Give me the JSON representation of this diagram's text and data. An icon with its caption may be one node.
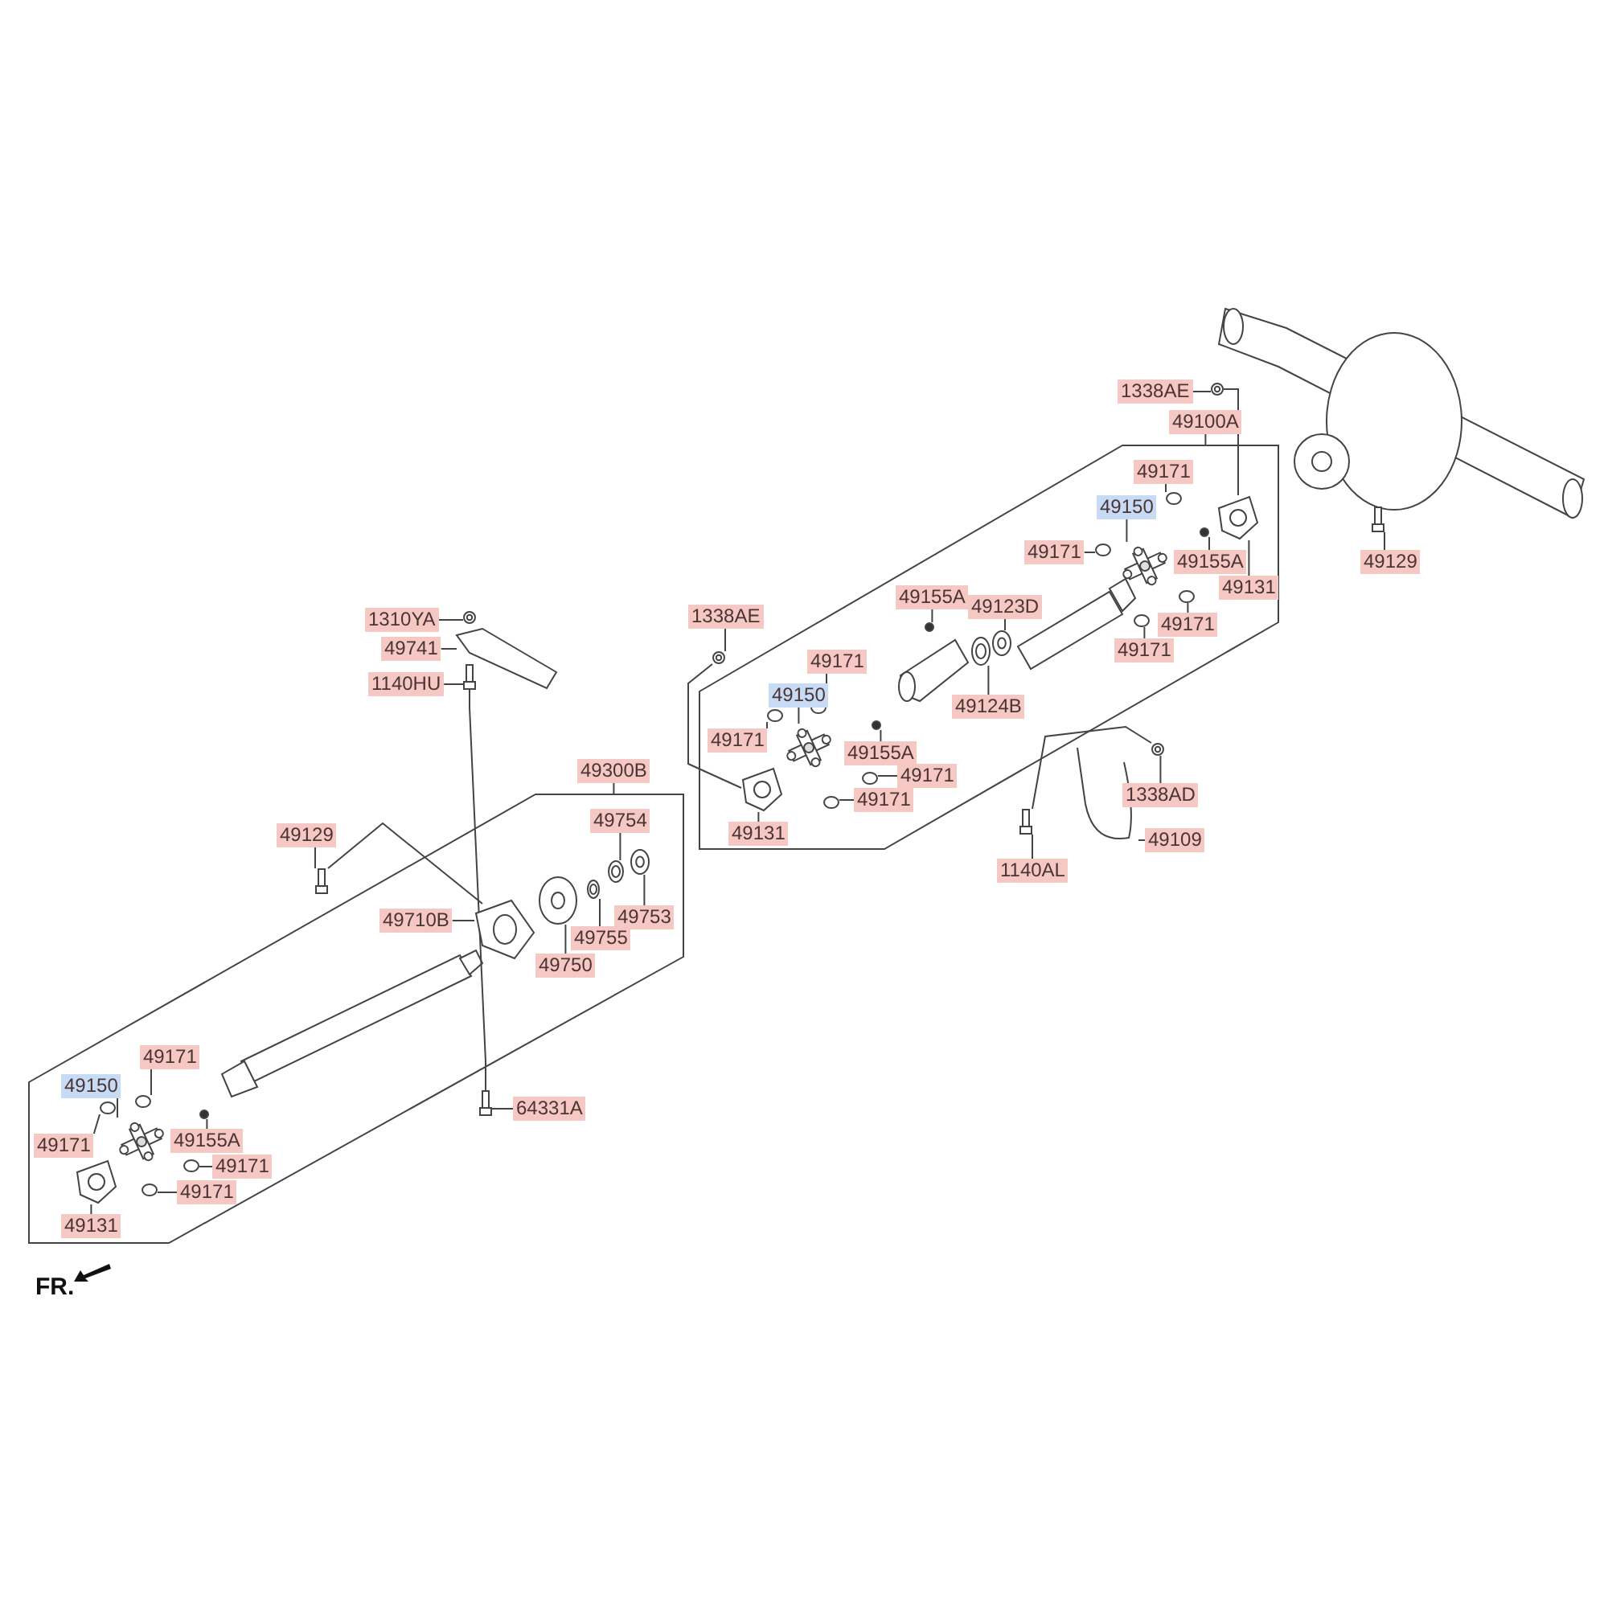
{
  "diagram": {
    "nodes": [
      {
        "text": [
          "1338AE"
        ]
      },
      {
        "text": [
          "49100A"
        ]
      },
      {
        "text": [],
        "shape": "box"
      },
      {
        "text": [
          "49171"
        ],
        "in": 2
      },
      {
        "text": [
          "49150"
        ],
        "in": 2
      },
      {
        "text": [
          "49171"
        ],
        "in": 2
      },
      {
        "text": [
          "49155A"
        ],
        "in": 2
      },
      {
        "text": [
          "49129"
        ]
      },
      {
        "text": [
          "49131"
        ],
        "in": 2
      },
      {
        "text": [
          "1310YA"
        ]
      },
      {
        "text": [
          "49155A"
        ],
        "in": 2
      },
      {
        "text": [
          "49123D"
        ],
        "in": 2
      },
      {
        "text": [
          "1338AE"
        ]
      },
      {
        "text": [
          "49171"
        ],
        "in": 2
      },
      {
        "text": [
          "49741"
        ]
      },
      {
        "text": [
          "49171"
        ],
        "in": 2
      },
      {
        "text": [
          "49171"
        ],
        "in": 2
      },
      {
        "text": [
          "1140HU"
        ]
      },
      {
        "text": [
          "49150"
        ],
        "in": 2
      },
      {
        "text": [
          "49124B"
        ],
        "in": 2
      },
      {
        "text": [
          "49171"
        ],
        "in": 2
      },
      {
        "text": [
          "49155A"
        ],
        "in": 2
      },
      {
        "text": [
          "49300B"
        ]
      },
      {
        "text": [],
        "shape": "box"
      },
      {
        "text": [
          "49171"
        ],
        "in": 2
      },
      {
        "text": [
          "1338AD"
        ]
      },
      {
        "text": [
          "49171"
        ],
        "in": 2
      },
      {
        "text": [
          "49129"
        ]
      },
      {
        "text": [
          "49131"
        ],
        "in": 2
      },
      {
        "text": [
          "49109"
        ]
      },
      {
        "text": [
          "49754"
        ],
        "in": 23
      },
      {
        "text": [
          "1140AL"
        ]
      },
      {
        "text": [
          "49710B"
        ],
        "in": 23
      },
      {
        "text": [
          "49753"
        ],
        "in": 23
      },
      {
        "text": [
          "49755"
        ],
        "in": 23
      },
      {
        "text": [
          "49750"
        ],
        "in": 23
      },
      {
        "text": [
          "49171"
        ],
        "in": 23
      },
      {
        "text": [
          "49150"
        ],
        "in": 23
      },
      {
        "text": [
          "64331A"
        ]
      },
      {
        "text": [
          "49171"
        ],
        "in": 23
      },
      {
        "text": [
          "49155A"
        ],
        "in": 23
      },
      {
        "text": [
          "49171"
        ],
        "in": 23
      },
      {
        "text": [
          "49171"
        ],
        "in": 23
      },
      {
        "text": [
          "49131"
        ],
        "in": 23
      },
      {
        "text": [],
        "shape": "picture"
      },
      {
        "text": [],
        "shape": "circle",
        "in": 2
      },
      {
        "text": [],
        "shape": "picture",
        "in": 2
      },
      {
        "text": [],
        "shape": "circle",
        "in": 2
      },
      {
        "text": [],
        "shape": "circle",
        "in": 2
      },
      {
        "text": [],
        "shape": "picture"
      },
      {
        "text": [],
        "shape": "picture",
        "in": 2
      },
      {
        "text": [],
        "shape": "picture"
      },
      {
        "text": [],
        "shape": "circle",
        "in": 2
      },
      {
        "text": [],
        "shape": "picture",
        "in": 2
      },
      {
        "text": [],
        "shape": "picture"
      },
      {
        "text": [],
        "shape": "circle",
        "in": 2
      },
      {
        "text": [],
        "shape": "picture"
      },
      {
        "text": [],
        "shape": "circle",
        "in": 2
      },
      {
        "text": [],
        "shape": "circle",
        "in": 2
      },
      {
        "text": [],
        "shape": "picture"
      },
      {
        "text": [],
        "shape": "picture",
        "in": 2
      },
      {
        "text": [],
        "shape": "picture",
        "in": 2
      },
      {
        "text": [],
        "shape": "circle",
        "in": 2
      },
      {
        "text": [],
        "shape": "circle",
        "in": 2
      },
      {
        "text": [],
        "shape": "circle",
        "in": 2
      },
      {
        "text": [],
        "shape": "picture"
      },
      {
        "text": [],
        "shape": "circle",
        "in": 2
      },
      {
        "text": [],
        "shape": "picture"
      },
      {
        "text": [],
        "shape": "picture",
        "in": 2
      },
      {
        "text": [],
        "shape": "picture"
      },
      {
        "text": [],
        "shape": "picture",
        "in": 23
      },
      {
        "text": [],
        "shape": "picture"
      },
      {
        "text": [],
        "shape": "picture",
        "in": 23
      },
      {
        "text": [],
        "shape": "picture",
        "in": 23
      },
      {
        "text": [],
        "shape": "picture",
        "in": 23
      },
      {
        "text": [],
        "shape": "picture",
        "in": 23
      },
      {
        "text": [],
        "shape": "circle",
        "in": 23
      },
      {
        "text": [],
        "shape": "picture",
        "in": 23
      },
      {
        "text": [],
        "shape": "picture"
      },
      {
        "text": [],
        "shape": "circle",
        "in": 23
      },
      {
        "text": [],
        "shape": "circle",
        "in": 23
      },
      {
        "text": [],
        "shape": "circle",
        "in": 23
      },
      {
        "text": [],
        "shape": "circle",
        "in": 23
      },
      {
        "text": [],
        "shape": "picture",
        "in": 23
      }
    ],
    "edges": [
      {
        "from": 0,
        "to": 44,
        "arrow": "none"
      },
      {
        "from": 1,
        "to": 2,
        "arrow": "none"
      },
      {
        "from": 3,
        "to": 45,
        "arrow": "none"
      },
      {
        "from": 4,
        "to": 46,
        "arrow": "none"
      },
      {
        "from": 5,
        "to": 47,
        "arrow": "none"
      },
      {
        "from": 6,
        "to": 48,
        "arrow": "none"
      },
      {
        "from": 7,
        "to": 49,
        "arrow": "none"
      },
      {
        "from": 8,
        "to": 50,
        "arrow": "none"
      },
      {
        "from": 9,
        "to": 51,
        "arrow": "none"
      },
      {
        "from": 10,
        "to": 52,
        "arrow": "none"
      },
      {
        "from": 11,
        "to": 53,
        "arrow": "none"
      },
      {
        "from": 12,
        "to": 54,
        "arrow": "none"
      },
      {
        "from": 13,
        "to": 55,
        "arrow": "none"
      },
      {
        "from": 14,
        "to": 56,
        "arrow": "none"
      },
      {
        "from": 15,
        "to": 57,
        "arrow": "none"
      },
      {
        "from": 16,
        "to": 58,
        "arrow": "none"
      },
      {
        "from": 17,
        "to": 59,
        "arrow": "none"
      },
      {
        "from": 18,
        "to": 60,
        "arrow": "none"
      },
      {
        "from": 19,
        "to": 61,
        "arrow": "none"
      },
      {
        "from": 20,
        "to": 62,
        "arrow": "none"
      },
      {
        "from": 21,
        "to": 63,
        "arrow": "none"
      },
      {
        "from": 22,
        "to": 23,
        "arrow": "none"
      },
      {
        "from": 24,
        "to": 64,
        "arrow": "none"
      },
      {
        "from": 25,
        "to": 65,
        "arrow": "none"
      },
      {
        "from": 26,
        "to": 66,
        "arrow": "none"
      },
      {
        "from": 27,
        "to": 67,
        "arrow": "none"
      },
      {
        "from": 28,
        "to": 68,
        "arrow": "none"
      },
      {
        "from": 29,
        "to": 69,
        "arrow": "none"
      },
      {
        "from": 30,
        "to": 70,
        "arrow": "none"
      },
      {
        "from": 31,
        "to": 71,
        "arrow": "none"
      },
      {
        "from": 32,
        "to": 72,
        "arrow": "none"
      },
      {
        "from": 33,
        "to": 73,
        "arrow": "none"
      },
      {
        "from": 34,
        "to": 74,
        "arrow": "none"
      },
      {
        "from": 35,
        "to": 75,
        "arrow": "none"
      },
      {
        "from": 36,
        "to": 76,
        "arrow": "none"
      },
      {
        "from": 37,
        "to": 77,
        "arrow": "none"
      },
      {
        "from": 38,
        "to": 78,
        "arrow": "none"
      },
      {
        "from": 39,
        "to": 79,
        "arrow": "none"
      },
      {
        "from": 40,
        "to": 80,
        "arrow": "none"
      },
      {
        "from": 41,
        "to": 81,
        "arrow": "none"
      },
      {
        "from": 42,
        "to": 82,
        "arrow": "none"
      },
      {
        "from": 43,
        "to": 83,
        "arrow": "none"
      },
      {
        "from": 44,
        "to": 50,
        "arrow": "none"
      },
      {
        "from": 54,
        "to": 68,
        "arrow": "none"
      },
      {
        "from": 67,
        "to": 72,
        "arrow": "none"
      },
      {
        "from": 59,
        "to": 78,
        "arrow": "none"
      },
      {
        "from": 65,
        "to": 71,
        "arrow": "none"
      }
    ],
    "labels": [
      "FR."
    ]
  }
}
